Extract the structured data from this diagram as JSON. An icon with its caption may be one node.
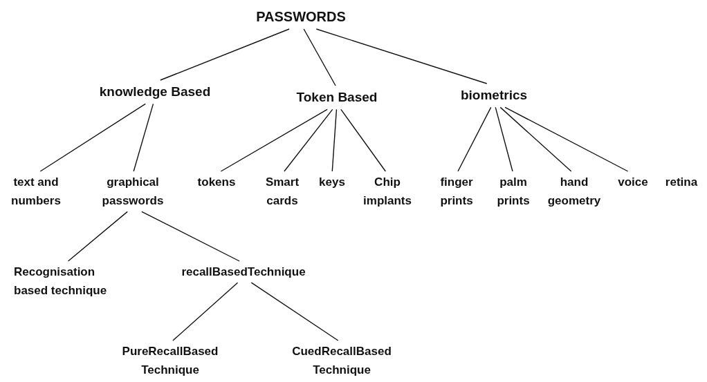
{
  "diagram": {
    "nodes": [
      {
        "text": [
          "PASSWORDS"
        ]
      },
      {
        "text": [
          "knowledge Based"
        ]
      },
      {
        "text": [
          "Token Based"
        ]
      },
      {
        "text": [
          "biometrics"
        ]
      },
      {
        "text": [
          "text and numbers"
        ]
      },
      {
        "text": [
          "graphical passwords"
        ]
      },
      {
        "text": [
          "tokens"
        ]
      },
      {
        "text": [
          "Smart cards"
        ]
      },
      {
        "text": [
          "keys"
        ]
      },
      {
        "text": [
          "Chip implants"
        ]
      },
      {
        "text": [
          "finger prints"
        ]
      },
      {
        "text": [
          "palm prints"
        ]
      },
      {
        "text": [
          "hand geometry"
        ]
      },
      {
        "text": [
          "voice"
        ]
      },
      {
        "text": [
          "Recognisation based technique"
        ]
      },
      {
        "text": [
          "recallBasedTechnique"
        ]
      },
      {
        "text": [
          "PureRecallBased Technique"
        ]
      },
      {
        "text": [
          "CuedRecallBased Technique"
        ]
      }
    ],
    "edges": [
      {
        "from": 0,
        "to": 1,
        "arrow": "none"
      },
      {
        "from": 0,
        "to": 2,
        "arrow": "none"
      },
      {
        "from": 0,
        "to": 3,
        "arrow": "none"
      },
      {
        "from": 1,
        "to": 4,
        "arrow": "none"
      },
      {
        "from": 1,
        "to": 5,
        "arrow": "none"
      },
      {
        "from": 2,
        "to": 6,
        "arrow": "none"
      },
      {
        "from": 2,
        "to": 7,
        "arrow": "none"
      },
      {
        "from": 2,
        "to": 8,
        "arrow": "none"
      },
      {
        "from": 2,
        "to": 9,
        "arrow": "none"
      },
      {
        "from": 3,
        "to": 10,
        "arrow": "none"
      },
      {
        "from": 3,
        "to": 11,
        "arrow": "none"
      },
      {
        "from": 3,
        "to": 12,
        "arrow": "none"
      },
      {
        "from": 3,
        "to": 13,
        "arrow": "none"
      },
      {
        "from": 5,
        "to": 14,
        "arrow": "none"
      },
      {
        "from": 5,
        "to": 15,
        "arrow": "none"
      },
      {
        "from": 15,
        "to": 16,
        "arrow": "none"
      },
      {
        "from": 15,
        "to": 17,
        "arrow": "none"
      }
    ],
    "labels": [
      "retina"
    ]
  }
}
